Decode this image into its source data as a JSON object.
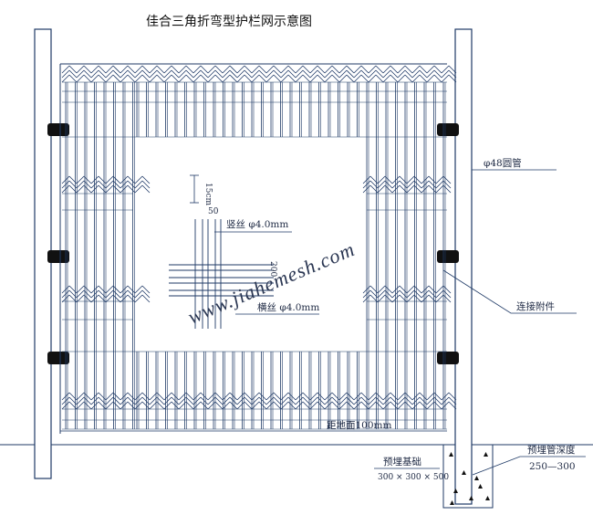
{
  "title": "佳合三角折弯型护栏网示意图",
  "labels": {
    "pipe": "φ48圆管",
    "connector": "连接附件",
    "vertical_wire": "竖丝 φ4.0mm",
    "horizontal_wire": "横丝 φ4.0mm",
    "bend_height": "15cm",
    "gap_50": "50",
    "gap_200": "200",
    "ground_clearance": "距地面100mm",
    "foundation": "预埋基础",
    "foundation_size": "300 × 300 × 500",
    "embed_depth": "预埋管深度",
    "embed_depth_value": "250—300"
  },
  "watermark": "www.jiahemesh.com",
  "colors": {
    "line": "#1f3a66",
    "ink": "#111111"
  }
}
